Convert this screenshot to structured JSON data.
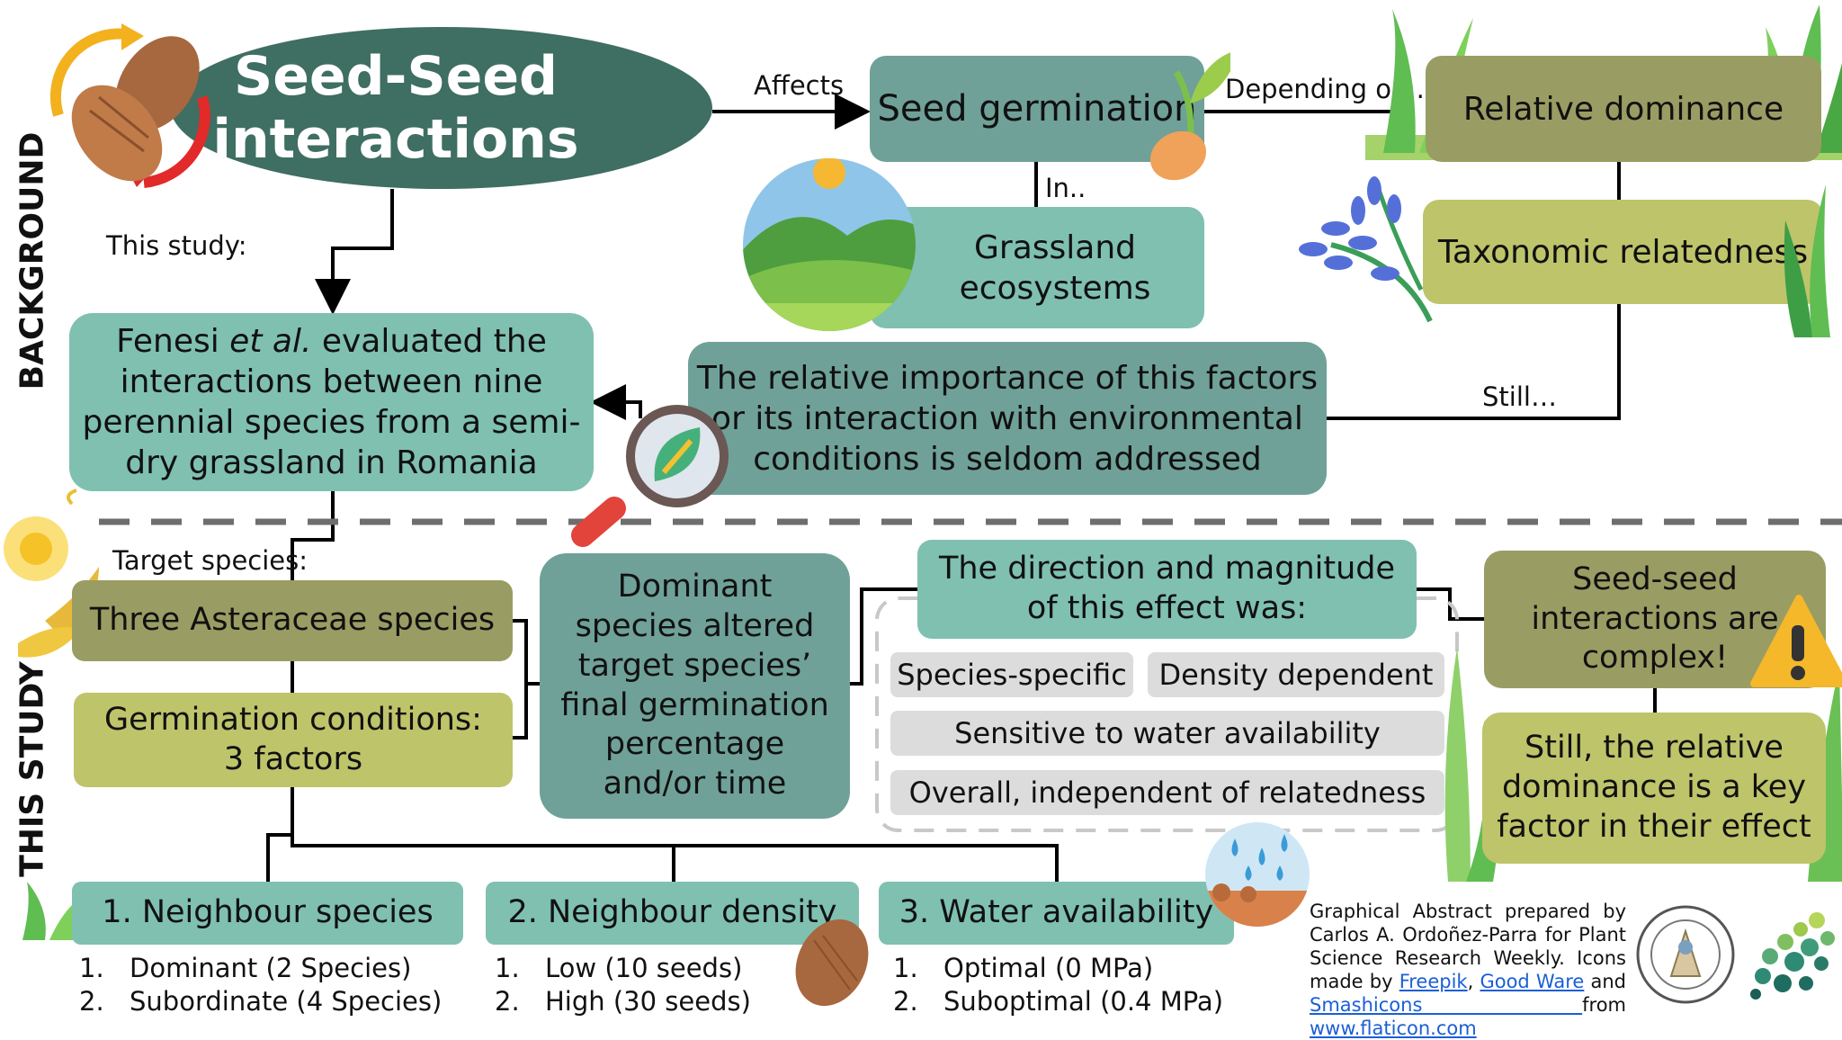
{
  "section_labels": {
    "background": "BACKGROUND",
    "this_study": "THIS STUDY"
  },
  "title": {
    "line1": "Seed-Seed",
    "line2": "interactions"
  },
  "edges": {
    "affects": "Affects",
    "depending_on": "Depending on..",
    "in": "In..",
    "still_top": "Still…",
    "this_study": "This study:",
    "target_species": "Target species:"
  },
  "boxes": {
    "seed_germination": "Seed germination",
    "relative_dominance": "Relative dominance",
    "taxonomic_relatedness": "Taxonomic relatedness",
    "grassland_line1": "Grassland",
    "grassland_line2": "ecosystems",
    "relative_importance_line1": "The relative importance of this factors",
    "relative_importance_line2": "or its interaction with environmental",
    "relative_importance_line3": "conditions is seldom addressed",
    "fenesi_author": "Fenesi",
    "fenesi_etal": "et al.",
    "fenesi_line1_rest": " evaluated the",
    "fenesi_line2": "interactions between nine",
    "fenesi_line3": "perennial species from a semi-",
    "fenesi_line4": "dry grassland in Romania",
    "three_asteraceae": "Three Asteraceae species",
    "germination_conditions_line1": "Germination conditions:",
    "germination_conditions_line2": "3 factors",
    "dominant_line1": "Dominant",
    "dominant_line2": "species altered",
    "dominant_line3": "target species’",
    "dominant_line4": "final germination",
    "dominant_line5": "percentage",
    "dominant_line6": "and/or time",
    "direction_line1": "The direction and magnitude",
    "direction_line2": "of this effect was:",
    "species_specific": "Species-specific",
    "density_dependent": "Density dependent",
    "sensitive_water": "Sensitive to water availability",
    "independent_relatedness": "Overall, independent of relatedness",
    "complex_line1": "Seed-seed",
    "complex_line2": "interactions are",
    "complex_line3": "complex!",
    "still_dominance_line1": "Still, the relative",
    "still_dominance_line2": "dominance is a key",
    "still_dominance_line3": "factor in their effect"
  },
  "factors": [
    {
      "title": "1. Neighbour species",
      "items": [
        {
          "num": "1.",
          "text": "Dominant (2 Species)"
        },
        {
          "num": "2.",
          "text": "Subordinate (4 Species)"
        }
      ]
    },
    {
      "title": "2. Neighbour density",
      "items": [
        {
          "num": "1.",
          "text": "Low (10 seeds)"
        },
        {
          "num": "2.",
          "text": "High (30 seeds)"
        }
      ]
    },
    {
      "title": "3. Water availability",
      "items": [
        {
          "num": "1.",
          "text": "Optimal (0 MPa)"
        },
        {
          "num": "2.",
          "text": "Suboptimal (0.4 MPa)"
        }
      ]
    }
  ],
  "credit": {
    "line1": "Graphical Abstract prepared by",
    "line2": "Carlos A. Ordoñez-Parra for Plant",
    "line3": "Science Research Weekly. Icons",
    "made_by": "made by ",
    "freepik": "Freepik",
    "comma": ", ",
    "good_ware": "Good Ware",
    "and": " and",
    "smashicons": "Smashicons ",
    "from": "from ",
    "flaticon": "www.flaticon.com"
  },
  "colors": {
    "title_ellipse": "#3f6e62",
    "teal_dark": "#6fa198",
    "teal_light": "#7fc0b1",
    "olive": "#9a9d63",
    "lime": "#bec46a",
    "grey_box": "#dcdcdc",
    "link": "#1a5fd6"
  },
  "icons": [
    "almond-seed-icon",
    "cycle-arrows-icon",
    "sprouting-seed-icon",
    "landscape-icon",
    "grass-icon",
    "blue-flower-icon",
    "magnifier-leaf-icon",
    "daisy-icon",
    "warning-icon",
    "soil-water-icon",
    "society-seal-icon",
    "dots-tree-icon"
  ]
}
